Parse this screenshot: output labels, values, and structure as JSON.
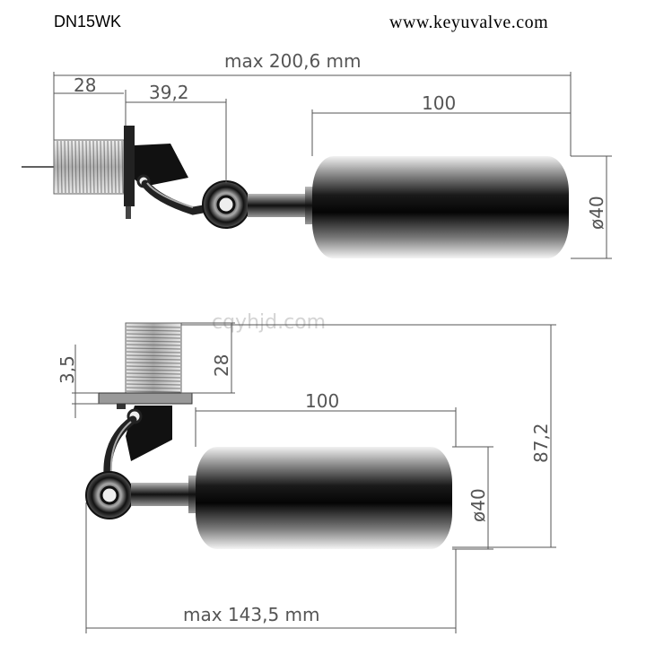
{
  "model": "DN15WK",
  "website": "www.keyuvalve.com",
  "watermark": "cqyhjd.com",
  "top_view": {
    "overall_length": "max 200,6 mm",
    "thread_length": "28",
    "arm_offset": "39,2",
    "float_length": "100",
    "float_diameter": "ø40"
  },
  "bottom_view": {
    "flange_thickness": "3,5",
    "thread_length": "28",
    "float_length": "100",
    "float_diameter": "ø40",
    "overall_height": "87,2",
    "overall_length": "max 143,5 mm"
  }
}
